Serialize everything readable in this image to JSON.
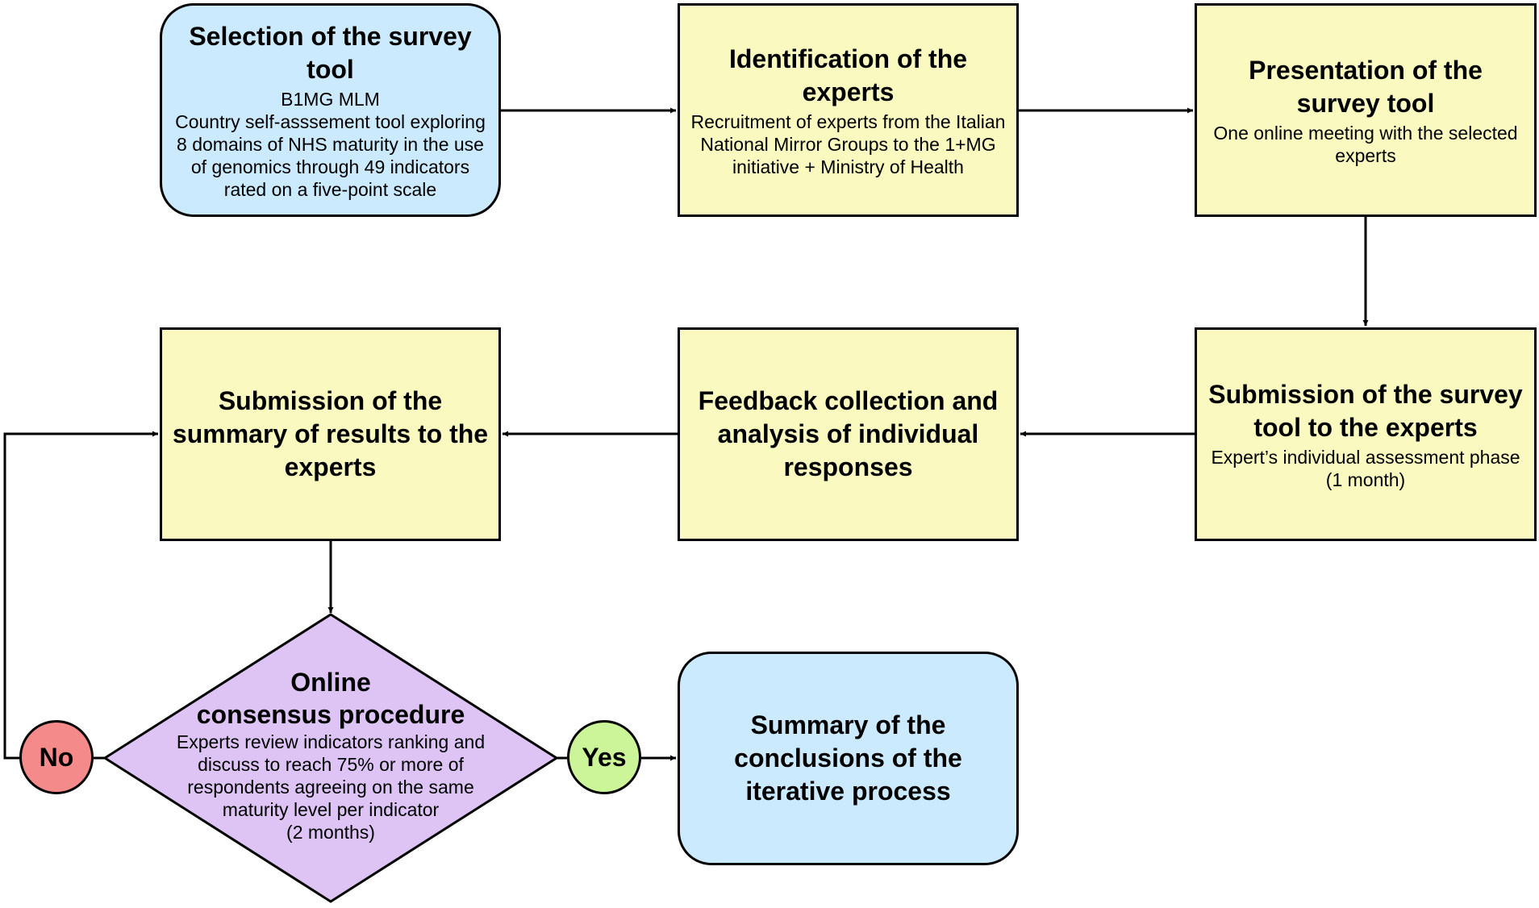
{
  "colors": {
    "process_fill": "#fafac0",
    "terminal_fill": "#cbeafe",
    "decision_fill": "#ddc4f5",
    "no_fill": "#f58a8a",
    "yes_fill": "#ccf59a",
    "stroke": "#000000"
  },
  "nodes": {
    "selection": {
      "title": "Selection of the survey tool",
      "lines": [
        "B1MG MLM",
        "Country self-asssement tool exploring 8 domains of NHS maturity in the use of genomics through 49 indicators rated on a five-point scale"
      ]
    },
    "identification": {
      "title": "Identification of the experts",
      "lines": [
        "Recruitment of experts from the Italian National Mirror Groups to the 1+MG initiative + Ministry of Health"
      ]
    },
    "presentation": {
      "title": "Presentation of the survey tool",
      "lines": [
        "One online meeting with the selected experts"
      ]
    },
    "submission_tool": {
      "title": "Submission of the survey tool to the experts",
      "lines": [
        "Expert’s individual assessment phase",
        "(1 month)"
      ]
    },
    "feedback": {
      "title": "Feedback collection and analysis of individual responses"
    },
    "submission_summary": {
      "title": "Submission of the summary of results to the experts"
    },
    "consensus": {
      "title_line1": "Online",
      "title_line2": "consensus procedure",
      "lines": [
        "Experts review indicators ranking and discuss to reach 75% or more of respondents agreeing on the same maturity level per indicator",
        "(2 months)"
      ]
    },
    "conclusions": {
      "title": "Summary of the conclusions of the iterative process"
    }
  },
  "decisions": {
    "no": "No",
    "yes": "Yes"
  }
}
